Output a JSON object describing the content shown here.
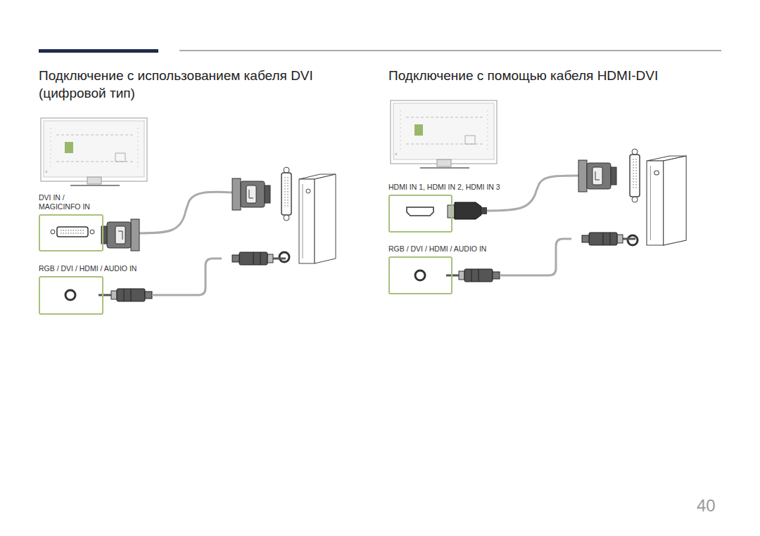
{
  "diagram": {
    "nodes": [
      {
        "text": [
          "DVI IN / MAGICINFO IN"
        ]
      },
      {
        "text": [
          "RGB / DVI / HDMI / AUDIO IN"
        ]
      },
      {
        "text": [
          "HDMI IN 1, HDMI IN 2, HDMI IN 3"
        ]
      },
      {
        "text": [
          "RGB / DVI / HDMI / AUDIO IN"
        ]
      }
    ],
    "labels": [
      "Подключение с использованием кабеля DVI (цифровой тип)",
      "Подключение с помощью кабеля HDMI-DVI",
      "40"
    ]
  }
}
